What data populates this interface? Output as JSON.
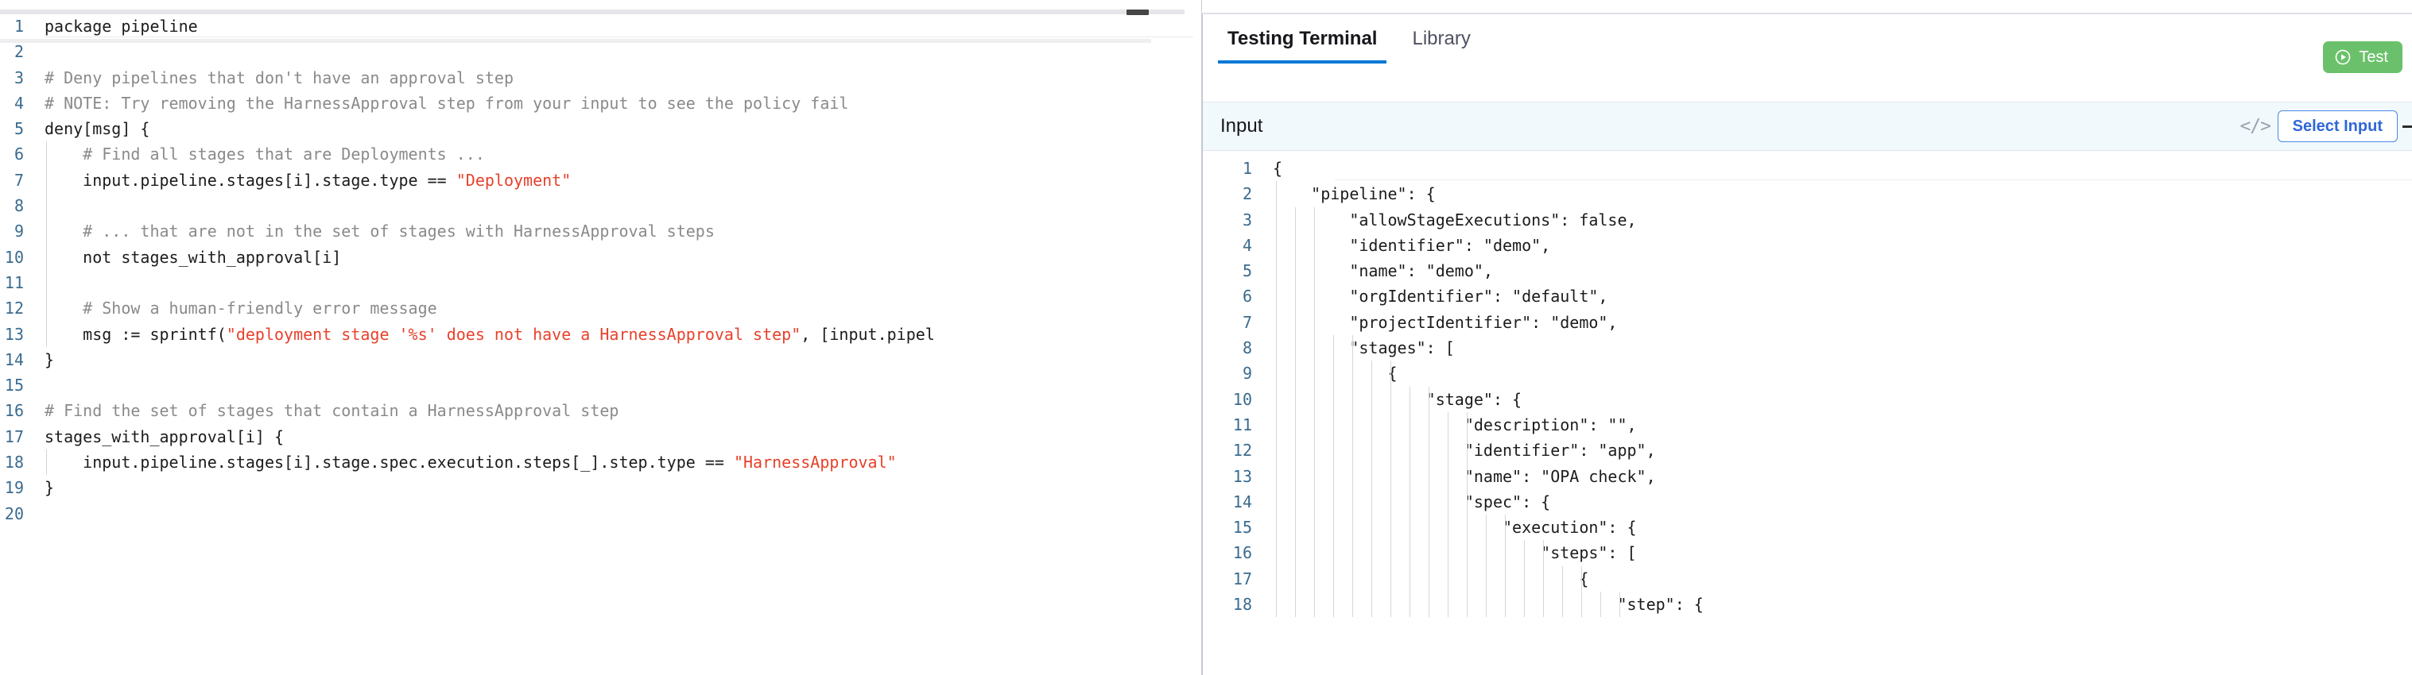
{
  "editor": {
    "language": "rego",
    "collapse_handle": "collapse-handle",
    "lines": [
      {
        "n": "1",
        "segments": [
          {
            "t": "plain",
            "s": "package pipeline"
          }
        ]
      },
      {
        "n": "2",
        "segments": [
          {
            "t": "plain",
            "s": ""
          }
        ]
      },
      {
        "n": "3",
        "segments": [
          {
            "t": "comment",
            "s": "# Deny pipelines that don't have an approval step"
          }
        ]
      },
      {
        "n": "4",
        "segments": [
          {
            "t": "comment",
            "s": "# NOTE: Try removing the HarnessApproval step from your input to see the policy fail"
          }
        ]
      },
      {
        "n": "5",
        "segments": [
          {
            "t": "plain",
            "s": "deny[msg] {"
          }
        ]
      },
      {
        "n": "6",
        "guide": true,
        "segments": [
          {
            "t": "comment",
            "s": "    # Find all stages that are Deployments ..."
          }
        ]
      },
      {
        "n": "7",
        "guide": true,
        "segments": [
          {
            "t": "plain",
            "s": "    input.pipeline.stages[i].stage.type == "
          },
          {
            "t": "string",
            "s": "\"Deployment\""
          }
        ]
      },
      {
        "n": "8",
        "guide": true,
        "segments": [
          {
            "t": "plain",
            "s": ""
          }
        ]
      },
      {
        "n": "9",
        "guide": true,
        "segments": [
          {
            "t": "comment",
            "s": "    # ... that are not in the set of stages with HarnessApproval steps"
          }
        ]
      },
      {
        "n": "10",
        "guide": true,
        "segments": [
          {
            "t": "plain",
            "s": "    not stages_with_approval[i]"
          }
        ]
      },
      {
        "n": "11",
        "guide": true,
        "segments": [
          {
            "t": "plain",
            "s": ""
          }
        ]
      },
      {
        "n": "12",
        "guide": true,
        "segments": [
          {
            "t": "comment",
            "s": "    # Show a human-friendly error message"
          }
        ]
      },
      {
        "n": "13",
        "guide": true,
        "segments": [
          {
            "t": "plain",
            "s": "    msg := sprintf("
          },
          {
            "t": "string",
            "s": "\"deployment stage '%s' does not have a HarnessApproval step\""
          },
          {
            "t": "plain",
            "s": ", [input.pipel"
          }
        ]
      },
      {
        "n": "14",
        "segments": [
          {
            "t": "plain",
            "s": "}"
          }
        ]
      },
      {
        "n": "15",
        "segments": [
          {
            "t": "plain",
            "s": ""
          }
        ]
      },
      {
        "n": "16",
        "segments": [
          {
            "t": "comment",
            "s": "# Find the set of stages that contain a HarnessApproval step"
          }
        ]
      },
      {
        "n": "17",
        "segments": [
          {
            "t": "plain",
            "s": "stages_with_approval[i] {"
          }
        ]
      },
      {
        "n": "18",
        "guide": true,
        "segments": [
          {
            "t": "plain",
            "s": "    input.pipeline.stages[i].stage.spec.execution.steps[_].step.type == "
          },
          {
            "t": "string",
            "s": "\"HarnessApproval\""
          }
        ]
      },
      {
        "n": "19",
        "segments": [
          {
            "t": "plain",
            "s": "}"
          }
        ]
      },
      {
        "n": "20",
        "segments": [
          {
            "t": "plain",
            "s": ""
          }
        ]
      }
    ]
  },
  "right_panel": {
    "tabs": [
      {
        "label": "Testing Terminal",
        "active": true
      },
      {
        "label": "Library",
        "active": false
      }
    ],
    "test_button": {
      "label": "Test",
      "icon": "play-circle-icon",
      "color": "#6bc16b"
    },
    "input_bar": {
      "title": "Input",
      "code_icon": "code-brackets-icon",
      "select_input_label": "Select Input",
      "accent": "#2f68d6",
      "background": "#f2f9fd"
    },
    "json_editor": {
      "lines": [
        {
          "n": "1",
          "guides": 0,
          "text": "{"
        },
        {
          "n": "2",
          "guides": 1,
          "text": "    \"pipeline\": {"
        },
        {
          "n": "3",
          "guides": 3,
          "text": "        \"allowStageExecutions\": false,"
        },
        {
          "n": "4",
          "guides": 3,
          "text": "        \"identifier\": \"demo\","
        },
        {
          "n": "5",
          "guides": 3,
          "text": "        \"name\": \"demo\","
        },
        {
          "n": "6",
          "guides": 3,
          "text": "        \"orgIdentifier\": \"default\","
        },
        {
          "n": "7",
          "guides": 3,
          "text": "        \"projectIdentifier\": \"demo\","
        },
        {
          "n": "8",
          "guides": 5,
          "text": "        \"stages\": ["
        },
        {
          "n": "9",
          "guides": 7,
          "text": "            {"
        },
        {
          "n": "10",
          "guides": 9,
          "text": "                \"stage\": {"
        },
        {
          "n": "11",
          "guides": 11,
          "text": "                    \"description\": \"\","
        },
        {
          "n": "12",
          "guides": 11,
          "text": "                    \"identifier\": \"app\","
        },
        {
          "n": "13",
          "guides": 11,
          "text": "                    \"name\": \"OPA check\","
        },
        {
          "n": "14",
          "guides": 11,
          "text": "                    \"spec\": {"
        },
        {
          "n": "15",
          "guides": 13,
          "text": "                        \"execution\": {"
        },
        {
          "n": "16",
          "guides": 15,
          "text": "                            \"steps\": ["
        },
        {
          "n": "17",
          "guides": 17,
          "text": "                                {"
        },
        {
          "n": "18",
          "guides": 19,
          "text": "                                    \"step\": {"
        }
      ]
    }
  }
}
